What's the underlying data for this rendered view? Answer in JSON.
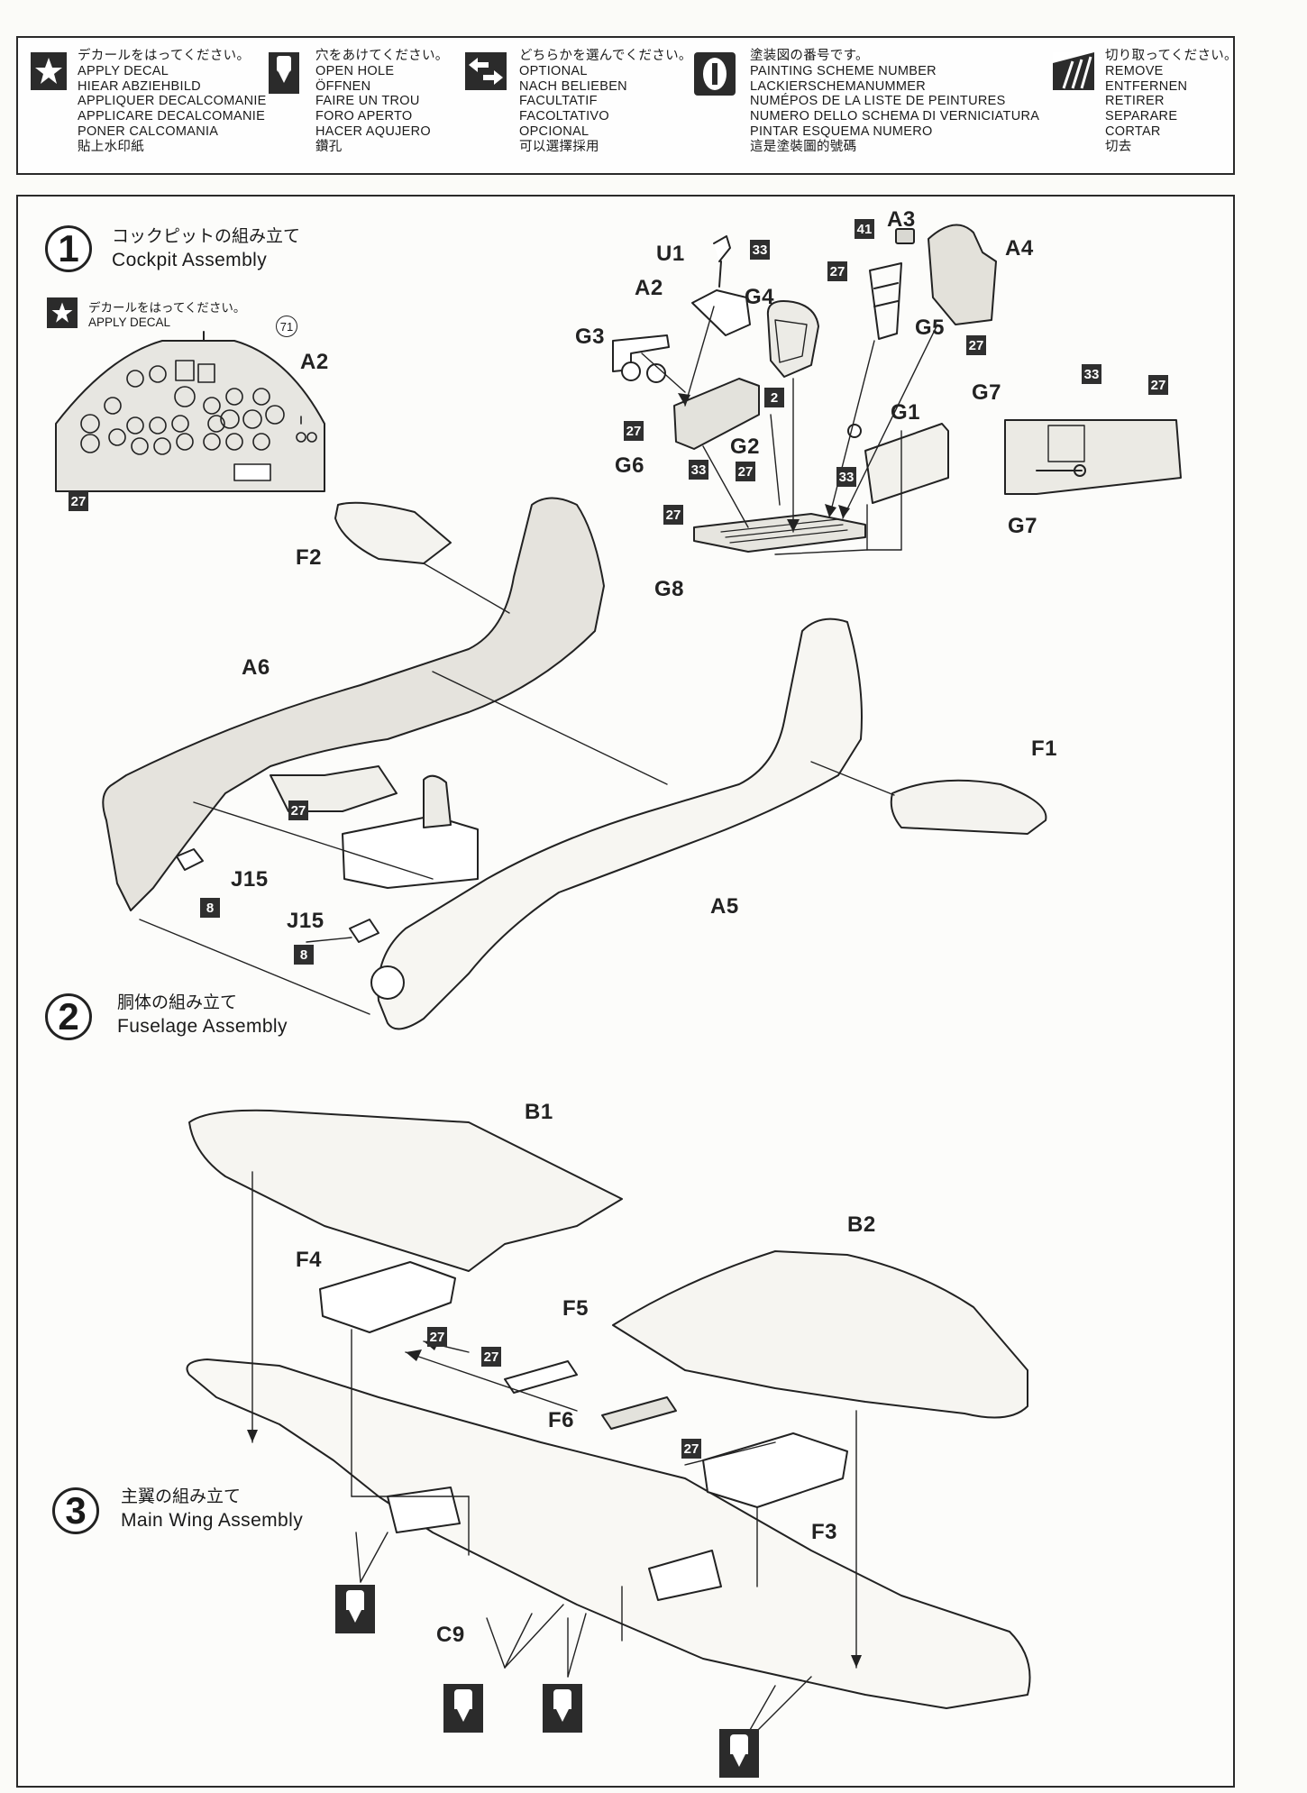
{
  "legend": [
    {
      "icon": "star-icon",
      "lines": [
        "デカールをはってください。",
        "APPLY DECAL",
        "HIEAR ABZIEHBILD",
        "APPLIQUER DECALCOMANIE",
        "APPLICARE DECALCOMANIE",
        "PONER CALCOMANIA",
        "貼上水印紙"
      ]
    },
    {
      "icon": "drill-hole-icon",
      "lines": [
        "穴をあけてください。",
        "OPEN HOLE",
        "ÖFFNEN",
        "FAIRE UN TROU",
        "FORO APERTO",
        "HACER AQUJERO",
        "鑽孔"
      ]
    },
    {
      "icon": "two-way-arrow-icon",
      "lines": [
        "どちらかを選んでください。",
        "OPTIONAL",
        "NACH BELIEBEN",
        "FACULTATIF",
        "FACOLTATIVO",
        "OPCIONAL",
        "可以選擇採用"
      ]
    },
    {
      "icon": "painting-scheme-icon",
      "lines": [
        "塗装図の番号です。",
        "PAINTING SCHEME NUMBER",
        "LACKIERSCHEMANUMMER",
        "NUMÉPOS DE LA LISTE DE PEINTURES",
        "NUMERO DELLO SCHEMA DI VERNICIATURA",
        "PINTAR ESQUEMA NUMERO",
        "這是塗裝圖的號碼"
      ]
    },
    {
      "icon": "cut-remove-icon",
      "lines": [
        "切り取ってください。",
        "REMOVE",
        "ENTFERNEN",
        "RETIRER",
        "SEPARARE",
        "CORTAR",
        "切去"
      ]
    }
  ],
  "steps": [
    {
      "number": "1",
      "title_jp": "コックピットの組み立て",
      "title_en": "Cockpit Assembly"
    },
    {
      "number": "2",
      "title_jp": "胴体の組み立て",
      "title_en": "Fuselage Assembly"
    },
    {
      "number": "3",
      "title_jp": "主翼の組み立て",
      "title_en": "Main Wing Assembly"
    }
  ],
  "decal_note": {
    "jp": "デカールをはってください。",
    "en": "APPLY DECAL",
    "decal_number": "71"
  },
  "parts": {
    "a2_panel": "A2",
    "u1": "U1",
    "a2": "A2",
    "g4": "G4",
    "a3": "A3",
    "a4": "A4",
    "g3": "G3",
    "g5": "G5",
    "g1": "G1",
    "g7": "G7",
    "g6": "G6",
    "g2": "G2",
    "g8": "G8",
    "g7b": "G7",
    "f2": "F2",
    "a6": "A6",
    "f1": "F1",
    "j15a": "J15",
    "j15b": "J15",
    "a5": "A5",
    "b1": "B1",
    "b2": "B2",
    "f4": "F4",
    "f5": "F5",
    "f6": "F6",
    "f3": "F3",
    "c9": "C9"
  },
  "colors": {
    "c27": "27",
    "c33": "33",
    "c41": "41",
    "c2": "2",
    "c8": "8"
  }
}
